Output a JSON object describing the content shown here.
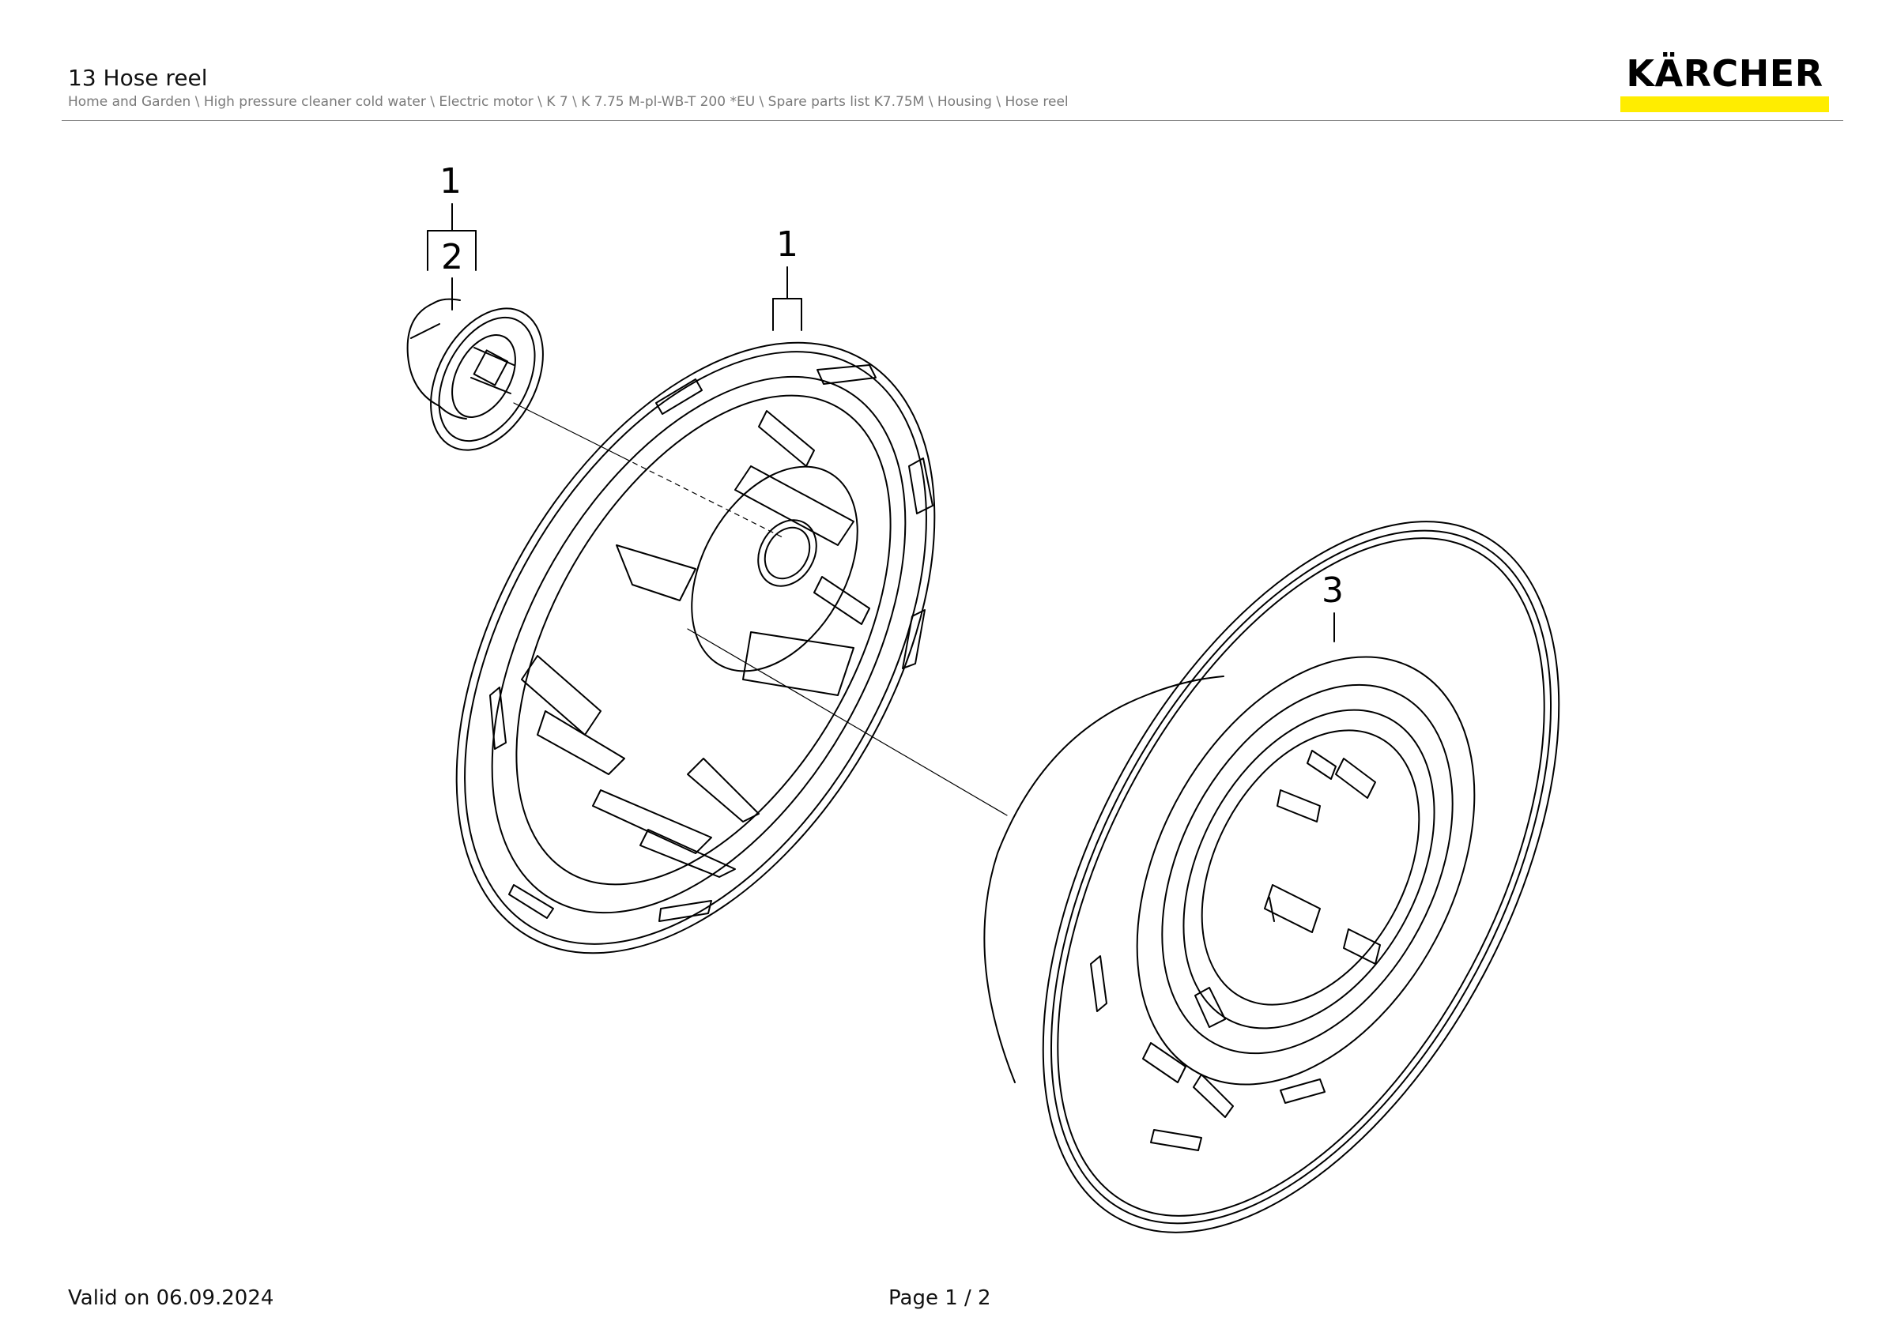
{
  "header": {
    "title": "13 Hose reel",
    "breadcrumb": "Home and Garden \\ High pressure cleaner cold water \\ Electric motor \\ K 7 \\ K 7.75 M-pl-WB-T 200 *EU \\ Spare parts list K7.75M \\ Housing \\ Hose reel"
  },
  "logo": {
    "text": "KÄRCHER",
    "accent_color": "#ffed00"
  },
  "diagram": {
    "callouts": [
      {
        "id": "part-1-top",
        "label": "1"
      },
      {
        "id": "part-2",
        "label": "2"
      },
      {
        "id": "part-1-center",
        "label": "1"
      },
      {
        "id": "part-3",
        "label": "3"
      }
    ]
  },
  "footer": {
    "valid": "Valid on 06.09.2024",
    "page": "Page 1 / 2"
  }
}
